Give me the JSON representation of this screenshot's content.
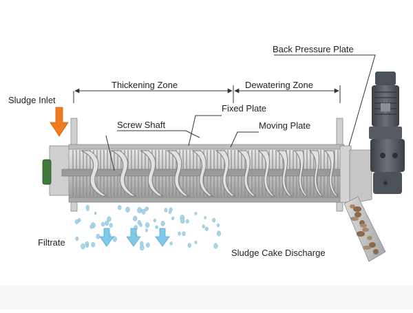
{
  "labels": {
    "back_pressure_plate": "Back Pressure Plate",
    "thickening_zone": "Thickening Zone",
    "dewatering_zone": "Dewatering Zone",
    "sludge_inlet": "Sludge Inlet",
    "fixed_plate": "Fixed Plate",
    "screw_shaft": "Screw Shaft",
    "moving_plate": "Moving Plate",
    "filtrate": "Filtrate",
    "sludge_cake_discharge": "Sludge Cake Discharge"
  },
  "colors": {
    "inlet_arrow": "#f07c21",
    "filtrate_arrow": "#7ec8e8",
    "water_drop": "#a8d4ea",
    "machine_gray": "#bcbcbc",
    "motor_dark": "#4b5157",
    "leader_line": "#333333",
    "flange_green": "#3f7a3a",
    "cake_brown": "#9a7a5a"
  }
}
